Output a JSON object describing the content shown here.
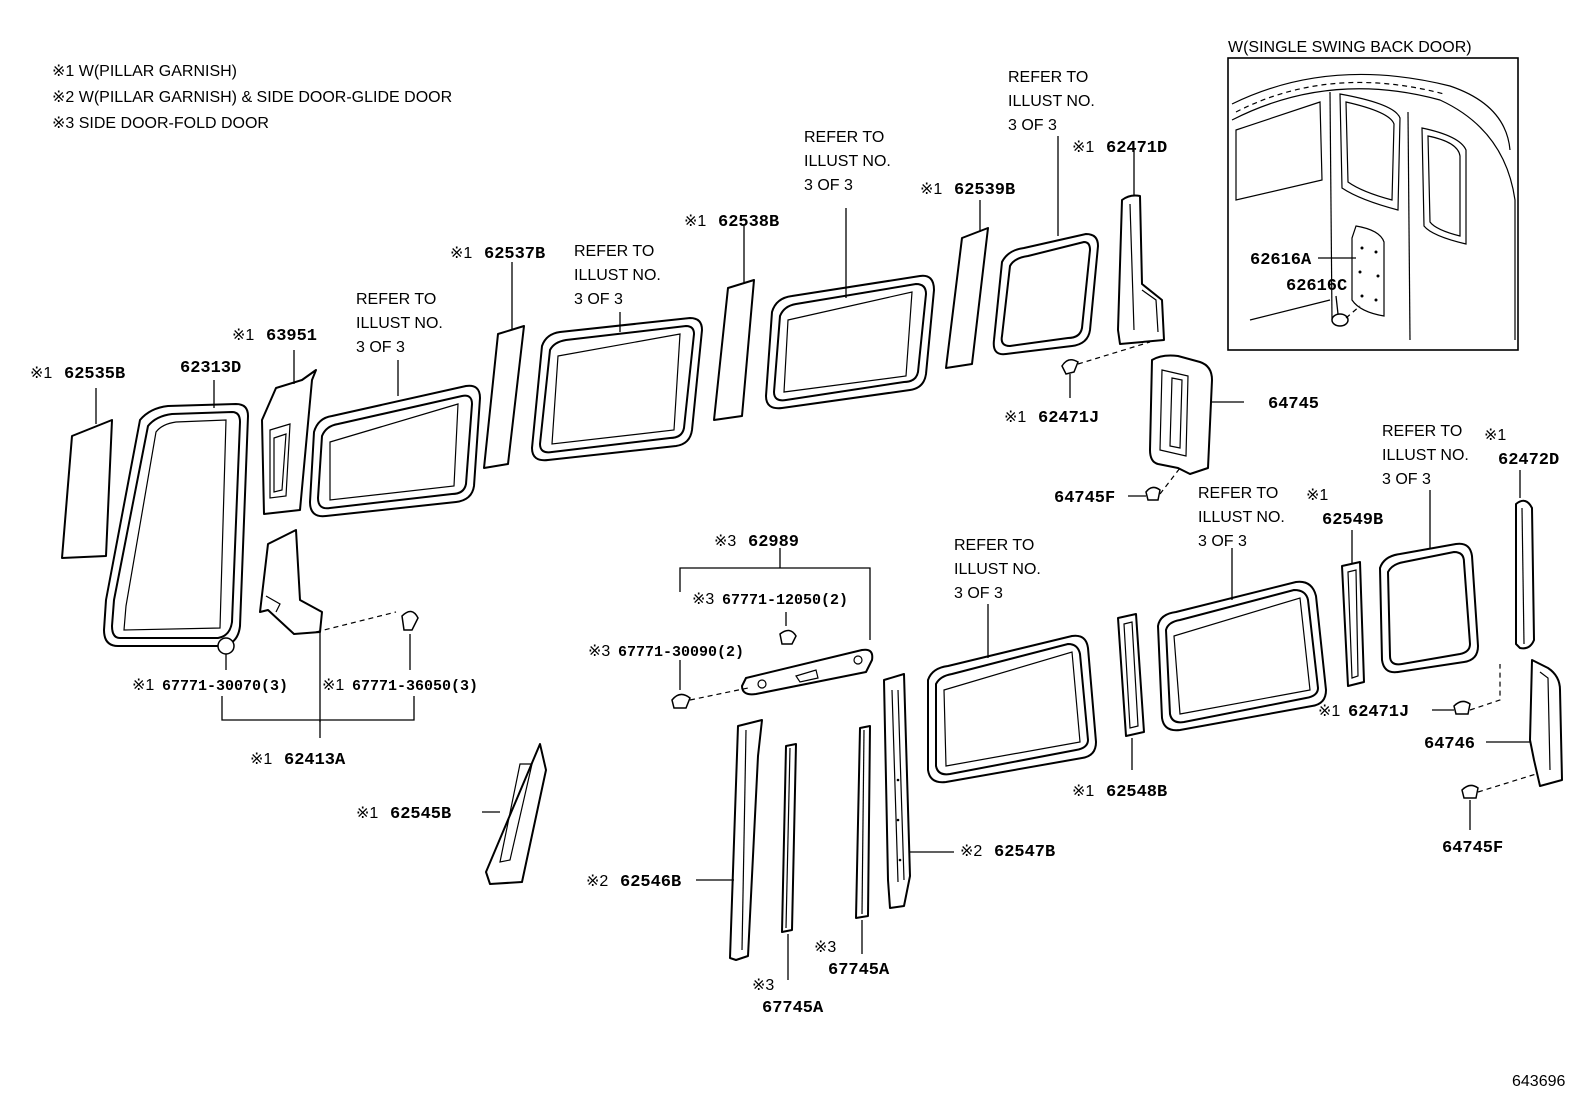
{
  "legend": {
    "n1": "※1 W(PILLAR GARNISH)",
    "n2": "※2 W(PILLAR GARNISH) & SIDE DOOR-GLIDE DOOR",
    "n3": "※3 SIDE DOOR-FOLD DOOR"
  },
  "inset_title": "W(SINGLE SWING BACK DOOR)",
  "refer": [
    "REFER TO",
    "ILLUST NO.",
    "3 OF 3"
  ],
  "mark": {
    "m1": "※1",
    "m2": "※2",
    "m3": "※3"
  },
  "parts": {
    "p62535B": "62535B",
    "p62313D": "62313D",
    "p63951": "63951",
    "p62537B": "62537B",
    "p62538B": "62538B",
    "p62539B": "62539B",
    "p62471D": "62471D",
    "p62471J": "62471J",
    "p62471J_b": "62471J",
    "p64745": "64745",
    "p64745F": "64745F",
    "p64745F_b": "64745F",
    "p62616A": "62616A",
    "p62616C": "62616C",
    "p62472D": "62472D",
    "p62549B": "62549B",
    "p64746": "64746",
    "p62548B": "62548B",
    "p62989": "62989",
    "p12050": "67771-12050(2)",
    "p30090": "67771-30090(2)",
    "p30070": "67771-30070(3)",
    "p36050": "67771-36050(3)",
    "p62413A": "62413A",
    "p62545B": "62545B",
    "p62546B": "62546B",
    "p62547B": "62547B",
    "p67745A": "67745A",
    "p67745A_b": "67745A"
  },
  "diagram_id": "643696"
}
